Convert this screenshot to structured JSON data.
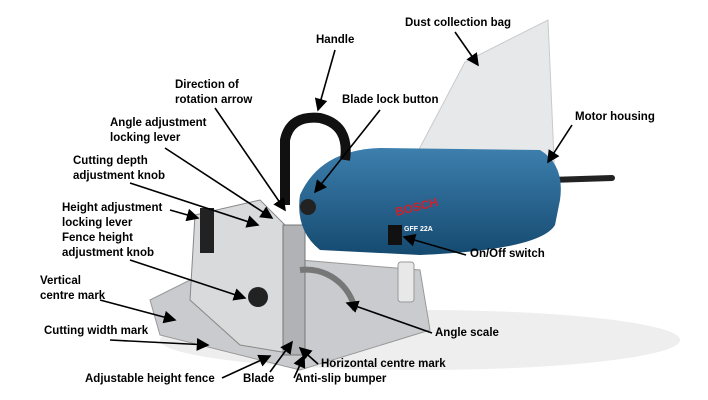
{
  "labels": {
    "dust_bag": "Dust collection bag",
    "handle": "Handle",
    "direction_1": "Direction of",
    "direction_2": "rotation arrow",
    "blade_lock": "Blade lock button",
    "motor": "Motor housing",
    "angle_lever_1": "Angle adjustment",
    "angle_lever_2": "locking lever",
    "cut_depth_1": "Cutting depth",
    "cut_depth_2": "adjustment knob",
    "height_lever_1": "Height adjustment",
    "height_lever_2": "locking lever",
    "fence_knob_1": "Fence height",
    "fence_knob_2": "adjustment knob",
    "onoff": "On/Off switch",
    "vertical_1": "Vertical",
    "vertical_2": "centre mark",
    "cut_width": "Cutting width mark",
    "angle_scale": "Angle scale",
    "horizontal": "Horizontal centre mark",
    "adj_fence": "Adjustable height fence",
    "blade": "Blade",
    "anti_slip": "Anti-slip bumper"
  },
  "tool": {
    "brand": "BOSCH",
    "model": "GFF 22A"
  },
  "colors": {
    "housing": "#1f5f8c",
    "brand": "#d0202a"
  }
}
